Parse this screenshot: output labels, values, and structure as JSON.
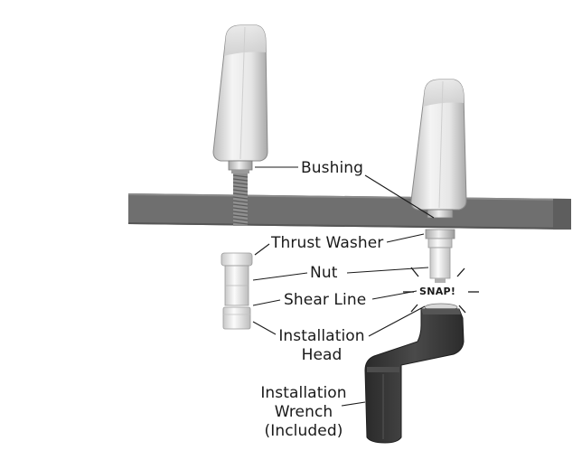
{
  "labels": {
    "bushing": "Bushing",
    "thrust_washer": "Thrust Washer",
    "nut": "Nut",
    "shear_line": "Shear Line",
    "installation_head_1": "Installation",
    "installation_head_2": "Head",
    "installation_wrench_1": "Installation",
    "installation_wrench_2": "Wrench",
    "installation_wrench_3": "(Included)",
    "snap": "SNAP!"
  },
  "colors": {
    "countertop": "#6e6e6e",
    "countertop_dark": "#555555",
    "spout_light": "#f2f2f2",
    "spout_mid": "#d9d9d9",
    "spout_dark": "#b5b5b5",
    "metal": "#9c9c9c",
    "wrench": "#3c3c3c",
    "wrench_dark": "#262626",
    "line": "#1a1a1a"
  }
}
